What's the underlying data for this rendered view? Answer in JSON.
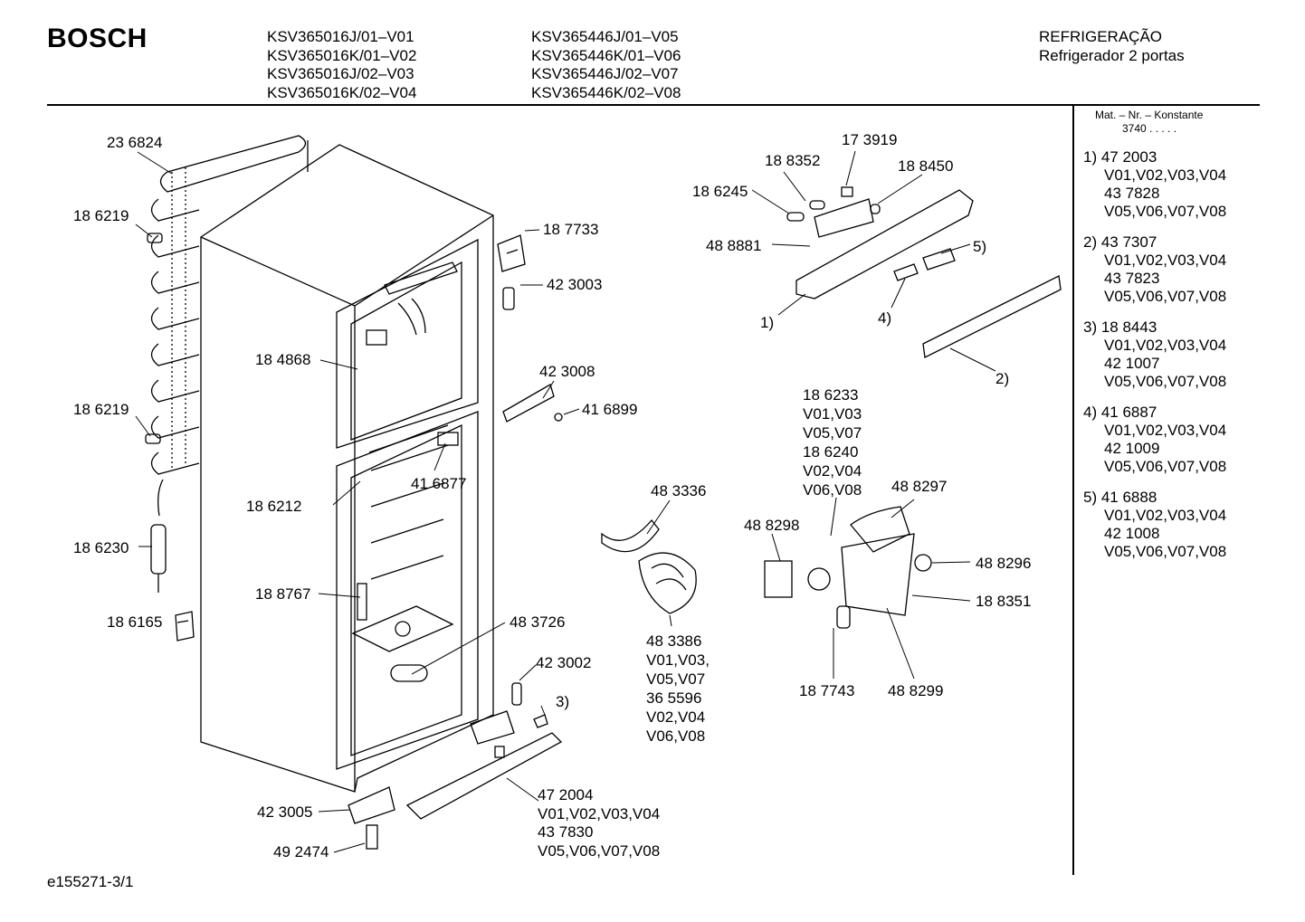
{
  "header": {
    "brand": "BOSCH",
    "models_col1": [
      "KSV365016J/01–V01",
      "KSV365016K/01–V02",
      "KSV365016J/02–V03",
      "KSV365016K/02–V04"
    ],
    "models_col2": [
      "KSV365446J/01–V05",
      "KSV365446K/01–V06",
      "KSV365446J/02–V07",
      "KSV365446K/02–V08"
    ],
    "category": "REFRIGERAÇÃO",
    "subcategory": "Refrigerador 2 portas"
  },
  "sidebar": {
    "mat_label": "Mat. – Nr. – Konstante",
    "mat_value": "3740  .  .  .  .  .",
    "notes": [
      {
        "lines": [
          "1) 47 2003",
          "V01,V02,V03,V04",
          "43 7828",
          "V05,V06,V07,V08"
        ]
      },
      {
        "lines": [
          "2) 43 7307",
          "V01,V02,V03,V04",
          "43 7823",
          "V05,V06,V07,V08"
        ]
      },
      {
        "lines": [
          "3) 18 8443",
          "V01,V02,V03,V04",
          "42 1007",
          "V05,V06,V07,V08"
        ]
      },
      {
        "lines": [
          "4) 41 6887",
          "V01,V02,V03,V04",
          "42 1009",
          "V05,V06,V07,V08"
        ]
      },
      {
        "lines": [
          "5) 41 6888",
          "V01,V02,V03,V04",
          "42 1008",
          "V05,V06,V07,V08"
        ]
      }
    ]
  },
  "parts": {
    "p236824": "23 6824",
    "p186219a": "18 6219",
    "p186219b": "18 6219",
    "p186230": "18 6230",
    "p186165": "18 6165",
    "p184868": "18 4868",
    "p186212": "18 6212",
    "p188767": "18 8767",
    "p187733": "18 7733",
    "p423003": "42 3003",
    "p423008": "42 3008",
    "p416899": "41 6899",
    "p416877": "41 6877",
    "p483726": "48 3726",
    "p423002": "42 3002",
    "p3": "3)",
    "p472004": [
      "47 2004",
      "V01,V02,V03,V04",
      "43 7830",
      "V05,V06,V07,V08"
    ],
    "p423005": "42 3005",
    "p492474": "49 2474",
    "p173919": "17 3919",
    "p188352": "18 8352",
    "p188450": "18 8450",
    "p186245": "18 6245",
    "p488881": "48 8881",
    "p5": "5)",
    "p1": "1)",
    "p4": "4)",
    "p2": "2)",
    "p186233": [
      "18 6233",
      "V01,V03",
      "V05,V07",
      "18 6240",
      "V02,V04",
      "V06,V08"
    ],
    "p483336": "48 3336",
    "p483386": [
      "48 3386",
      "V01,V03,",
      "V05,V07",
      "36 5596",
      "V02,V04",
      "V06,V08"
    ],
    "p488297": "48 8297",
    "p488298": "48 8298",
    "p488296": "48 8296",
    "p188351": "18 8351",
    "p187743": "18 7743",
    "p488299": "48 8299"
  },
  "footer": {
    "code": "e155271-3/1"
  }
}
